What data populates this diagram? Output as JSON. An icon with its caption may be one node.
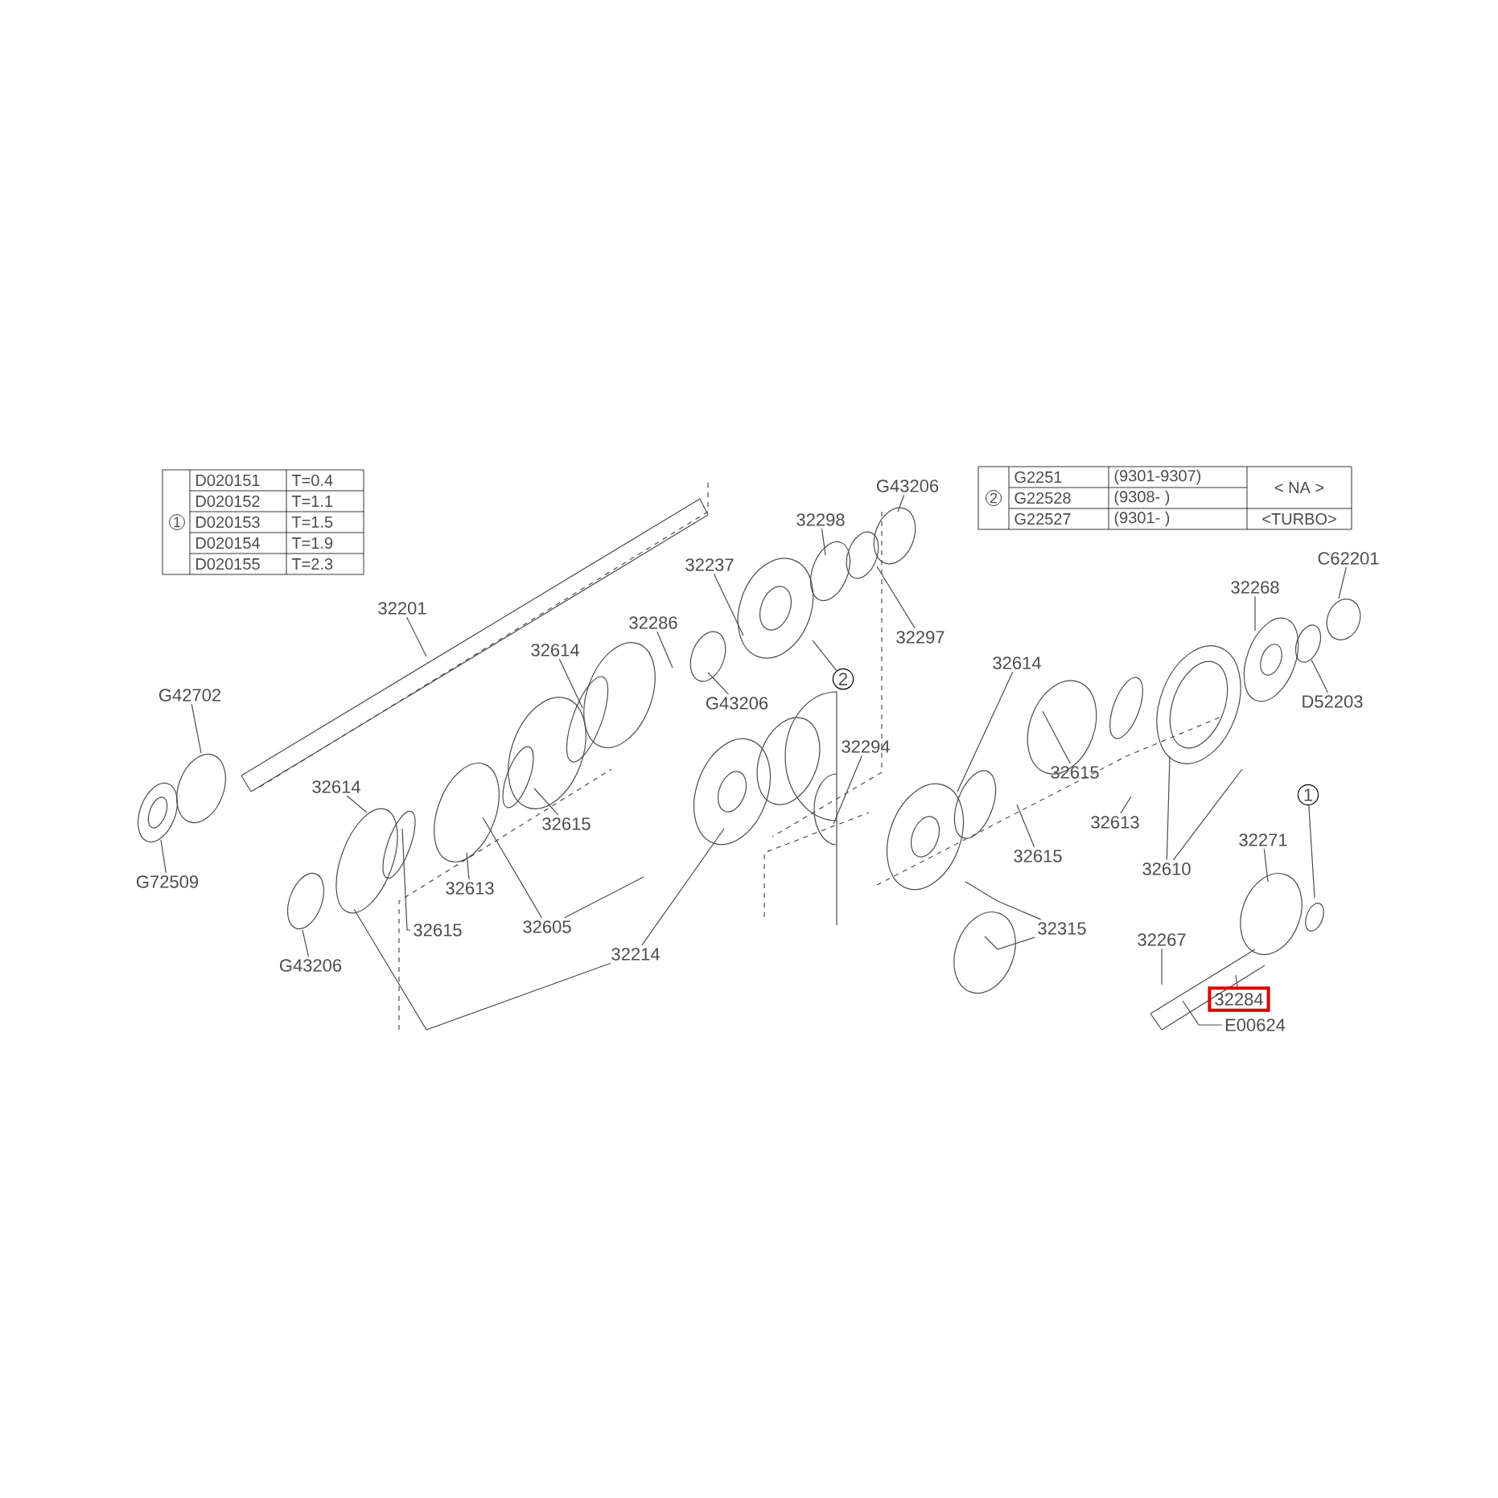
{
  "diagram": {
    "nodes": [
      {
        "text": [
          "32201"
        ]
      },
      {
        "text": [
          "G42702"
        ]
      },
      {
        "text": [
          "G72509"
        ]
      },
      {
        "text": [
          "32614"
        ]
      },
      {
        "text": [
          "32286"
        ]
      },
      {
        "text": [
          "32237"
        ]
      },
      {
        "text": [
          "G43206"
        ]
      },
      {
        "text": [
          "32298"
        ]
      },
      {
        "text": [
          "G43206"
        ]
      },
      {
        "text": [
          "32297"
        ]
      },
      {
        "text": [
          "2"
        ]
      },
      {
        "text": [
          "32614"
        ]
      },
      {
        "text": [
          "32615"
        ]
      },
      {
        "text": [
          "32613"
        ]
      },
      {
        "text": [
          "32615"
        ]
      },
      {
        "text": [
          "32605"
        ]
      },
      {
        "text": [
          "G43206"
        ]
      },
      {
        "text": [
          "32214"
        ]
      },
      {
        "text": [
          "32294"
        ]
      },
      {
        "text": [
          "32614"
        ]
      },
      {
        "text": [
          "32268"
        ]
      },
      {
        "text": [
          "C62201"
        ]
      },
      {
        "text": [
          "D52203"
        ]
      },
      {
        "text": [
          "32615"
        ]
      },
      {
        "text": [
          "32613"
        ]
      },
      {
        "text": [
          "32615"
        ]
      },
      {
        "text": [
          "32610"
        ]
      },
      {
        "text": [
          "32315"
        ]
      },
      {
        "text": [
          "32271"
        ]
      },
      {
        "text": [
          "1"
        ]
      },
      {
        "text": [
          "32267"
        ]
      },
      {
        "text": [
          "32284"
        ]
      },
      {
        "text": [
          "E00624"
        ]
      }
    ],
    "edges": [
      {
        "from": 0,
        "to": null,
        "arrow": "none"
      },
      {
        "from": 1,
        "to": null,
        "arrow": "none"
      },
      {
        "from": 2,
        "to": null,
        "arrow": "none"
      },
      {
        "from": 3,
        "to": null,
        "arrow": "none"
      },
      {
        "from": 4,
        "to": null,
        "arrow": "none"
      },
      {
        "from": 5,
        "to": null,
        "arrow": "none"
      },
      {
        "from": 6,
        "to": null,
        "arrow": "none"
      },
      {
        "from": 7,
        "to": null,
        "arrow": "none"
      },
      {
        "from": 8,
        "to": null,
        "arrow": "none"
      },
      {
        "from": 9,
        "to": null,
        "arrow": "none"
      },
      {
        "from": 10,
        "to": null,
        "arrow": "none"
      },
      {
        "from": 11,
        "to": null,
        "arrow": "none"
      },
      {
        "from": 12,
        "to": null,
        "arrow": "none"
      },
      {
        "from": 13,
        "to": null,
        "arrow": "none"
      },
      {
        "from": 14,
        "to": null,
        "arrow": "none"
      },
      {
        "from": 15,
        "to": null,
        "arrow": "none"
      },
      {
        "from": 15,
        "to": null,
        "arrow": "none"
      },
      {
        "from": 16,
        "to": null,
        "arrow": "none"
      },
      {
        "from": 17,
        "to": null,
        "arrow": "none"
      },
      {
        "from": 17,
        "to": null,
        "arrow": "none"
      },
      {
        "from": 18,
        "to": null,
        "arrow": "none"
      },
      {
        "from": 19,
        "to": null,
        "arrow": "none"
      },
      {
        "from": 20,
        "to": null,
        "arrow": "none"
      },
      {
        "from": 21,
        "to": null,
        "arrow": "none"
      },
      {
        "from": 22,
        "to": null,
        "arrow": "none"
      },
      {
        "from": 23,
        "to": null,
        "arrow": "none"
      },
      {
        "from": 24,
        "to": null,
        "arrow": "none"
      },
      {
        "from": 25,
        "to": null,
        "arrow": "none"
      },
      {
        "from": 26,
        "to": null,
        "arrow": "none"
      },
      {
        "from": 26,
        "to": null,
        "arrow": "none"
      },
      {
        "from": 27,
        "to": null,
        "arrow": "none"
      },
      {
        "from": 27,
        "to": null,
        "arrow": "none"
      },
      {
        "from": 28,
        "to": null,
        "arrow": "none"
      },
      {
        "from": 29,
        "to": null,
        "arrow": "none"
      },
      {
        "from": 30,
        "to": null,
        "arrow": "none"
      },
      {
        "from": 31,
        "to": null,
        "arrow": "none"
      },
      {
        "from": 32,
        "to": null,
        "arrow": "none"
      }
    ],
    "labels": [
      "1",
      "D020151",
      "T=0.4",
      "D020152",
      "T=1.1",
      "D020153",
      "T=1.5",
      "D020154",
      "T=1.9",
      "D020155",
      "T=2.3",
      "2",
      "G2251",
      "(9301-9307)",
      "< NA >",
      "G22528",
      "(9308- )",
      "G22527",
      "(9301- )",
      "<TURBO>"
    ]
  }
}
